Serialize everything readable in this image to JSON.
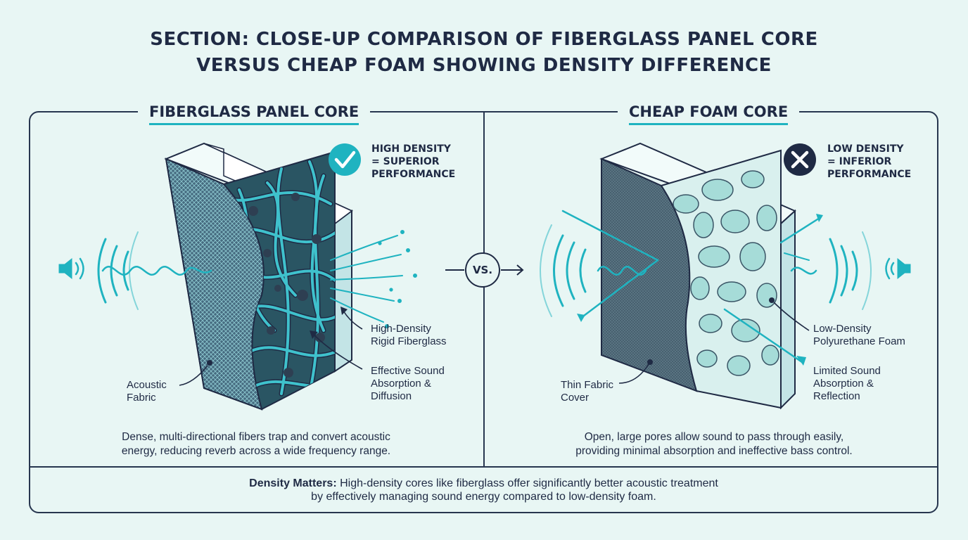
{
  "title": {
    "line1": "SECTION: CLOSE-UP COMPARISON OF FIBERGLASS PANEL CORE",
    "line2": "VERSUS CHEAP FOAM SHOWING DENSITY DIFFERENCE"
  },
  "left": {
    "heading": "FIBERGLASS PANEL CORE",
    "badge_line1": "HIGH DENSITY",
    "badge_line2": "= SUPERIOR",
    "badge_line3": "PERFORMANCE",
    "core_label_line1": "High-Density",
    "core_label_line2": "Rigid Fiberglass",
    "effect_label_line1": "Effective Sound",
    "effect_label_line2": "Absorption &",
    "effect_label_line3": "Diffusion",
    "fabric_label_line1": "Acoustic",
    "fabric_label_line2": "Fabric",
    "caption_line1": "Dense, multi-directional fibers trap and convert acoustic",
    "caption_line2": "energy, reducing reverb across a wide frequency range."
  },
  "right": {
    "heading": "CHEAP FOAM CORE",
    "badge_line1": "LOW DENSITY",
    "badge_line2": "= INFERIOR",
    "badge_line3": "PERFORMANCE",
    "core_label_line1": "Low-Density",
    "core_label_line2": "Polyurethane Foam",
    "effect_label_line1": "Limited Sound",
    "effect_label_line2": "Absorption &",
    "effect_label_line3": "Reflection",
    "fabric_label_line1": "Thin Fabric",
    "fabric_label_line2": "Cover",
    "caption_line1": "Open, large pores allow sound to pass through easily,",
    "caption_line2": "providing minimal absorption and ineffective bass control."
  },
  "vs_label": "VS.",
  "footer": {
    "bold": "Density Matters:",
    "line1_rest": " High-density cores like fiberglass offer significantly better acoustic treatment",
    "line2": "by effectively managing sound energy compared to low-density foam."
  },
  "colors": {
    "teal": "#1fb3c0",
    "navy": "#1f2a44",
    "background": "#e8f6f4"
  },
  "icons": {
    "good": "check-icon",
    "bad": "x-icon",
    "speaker": "speaker-icon"
  }
}
